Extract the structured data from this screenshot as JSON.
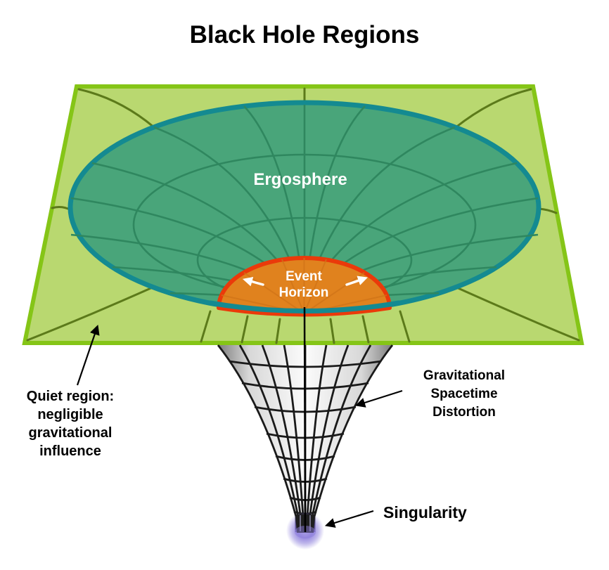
{
  "title": "Black Hole Regions",
  "diagram": {
    "ergosphere_label": "Ergosphere",
    "event_horizon_label": "Event\nHorizon",
    "quiet_region_label": "Quiet region:\nnegligible\ngravitational\ninfluence",
    "distortion_label": "Gravitational\nSpacetime\nDistortion",
    "singularity_label": "Singularity"
  },
  "colors": {
    "background": "#ffffff",
    "title_text": "#000000",
    "label_text_dark": "#000000",
    "label_text_light": "#ffffff",
    "plane_fill": "#b9d870",
    "plane_border": "#85c517",
    "plane_grid": "#5c7a1a",
    "ergosphere_fill": "#49a57a",
    "ergosphere_border": "#148a91",
    "ergosphere_grid": "#2f875f",
    "event_horizon_fill": "#e0821e",
    "event_horizon_border": "#ea3a0a",
    "event_horizon_grid": "#d07418",
    "funnel_grid": "#1a1a1a",
    "singularity_glow": "#8b7bdc",
    "arrow_black": "#000000",
    "arrow_white": "#ffffff"
  }
}
